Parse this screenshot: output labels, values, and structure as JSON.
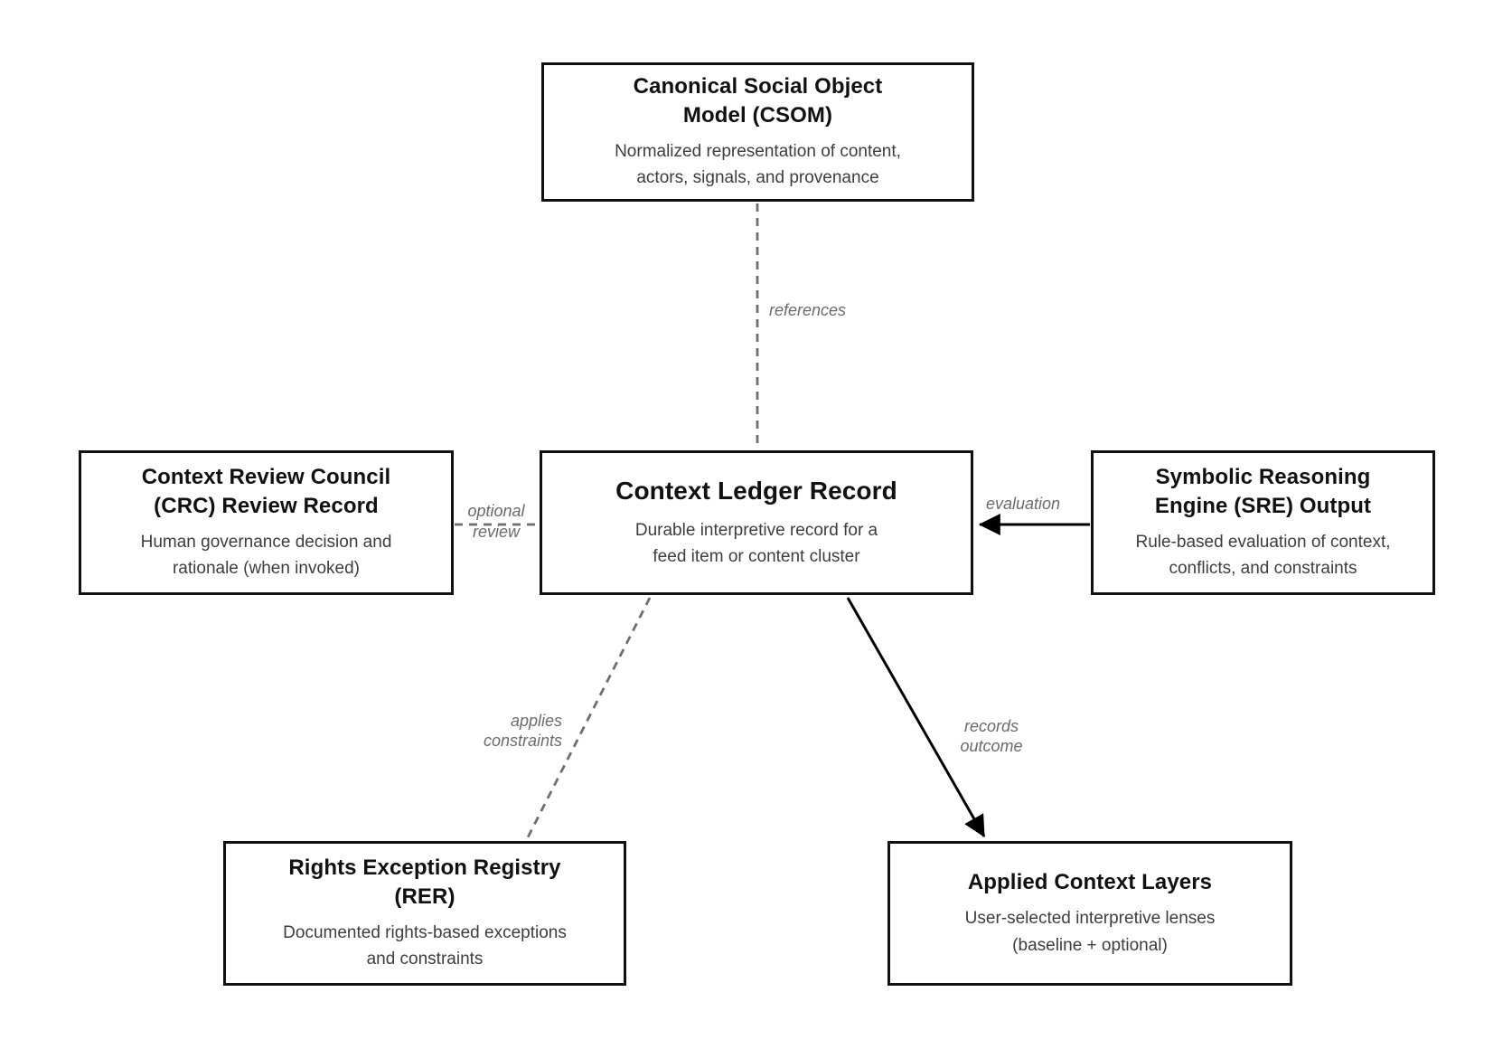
{
  "diagram": {
    "nodes": {
      "csom": {
        "title": [
          "Canonical Social Object",
          "Model (CSOM)"
        ],
        "description": [
          "Normalized representation of content,",
          "actors, signals, and provenance"
        ]
      },
      "crc": {
        "title": [
          "Context Review Council",
          "(CRC) Review Record"
        ],
        "description": [
          "Human governance decision and",
          "rationale (when invoked)"
        ]
      },
      "clr": {
        "title": [
          "Context Ledger Record"
        ],
        "description": [
          "Durable interpretive record for a",
          "feed item or content cluster"
        ]
      },
      "sre": {
        "title": [
          "Symbolic Reasoning",
          "Engine (SRE) Output"
        ],
        "description": [
          "Rule-based evaluation of context,",
          "conflicts, and constraints"
        ]
      },
      "rer": {
        "title": [
          "Rights Exception Registry",
          "(RER)"
        ],
        "description": [
          "Documented rights-based exceptions",
          "and constraints"
        ]
      },
      "acl": {
        "title": [
          "Applied Context Layers"
        ],
        "description": [
          "User-selected interpretive lenses",
          "(baseline + optional)"
        ]
      }
    },
    "edges": {
      "references": {
        "from": "csom",
        "to": "clr",
        "style": "dashed",
        "label": "references"
      },
      "optional_review": {
        "from": "crc",
        "to": "clr",
        "style": "dashed",
        "label": [
          "optional",
          "review"
        ]
      },
      "evaluation": {
        "from": "sre",
        "to": "clr",
        "style": "solid-arrow",
        "label": "evaluation"
      },
      "applies_constraints": {
        "from": "clr",
        "to": "rer",
        "style": "dashed",
        "label": [
          "applies",
          "constraints"
        ]
      },
      "records_outcome": {
        "from": "clr",
        "to": "acl",
        "style": "solid-arrow",
        "label": [
          "records",
          "outcome"
        ]
      }
    },
    "colors": {
      "background": "#ffffff",
      "node_border": "#111111",
      "node_title": "#111111",
      "node_description": "#3d3d3d",
      "edge_dashed": "#6e6e6e",
      "edge_solid": "#000000",
      "edge_label": "#6b6b6b"
    }
  }
}
